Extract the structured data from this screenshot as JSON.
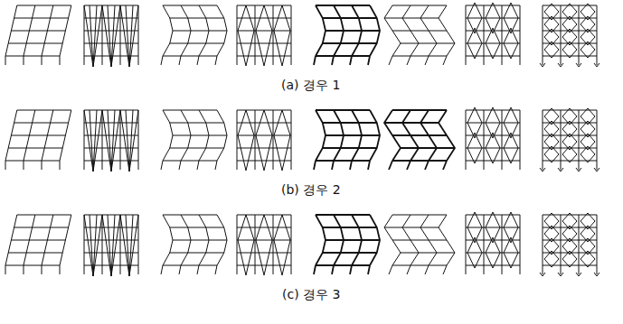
{
  "diagram": {
    "labels": [
      "(a) 경우 1",
      "(b) 경우 2",
      "(c) 경우 3"
    ]
  }
}
